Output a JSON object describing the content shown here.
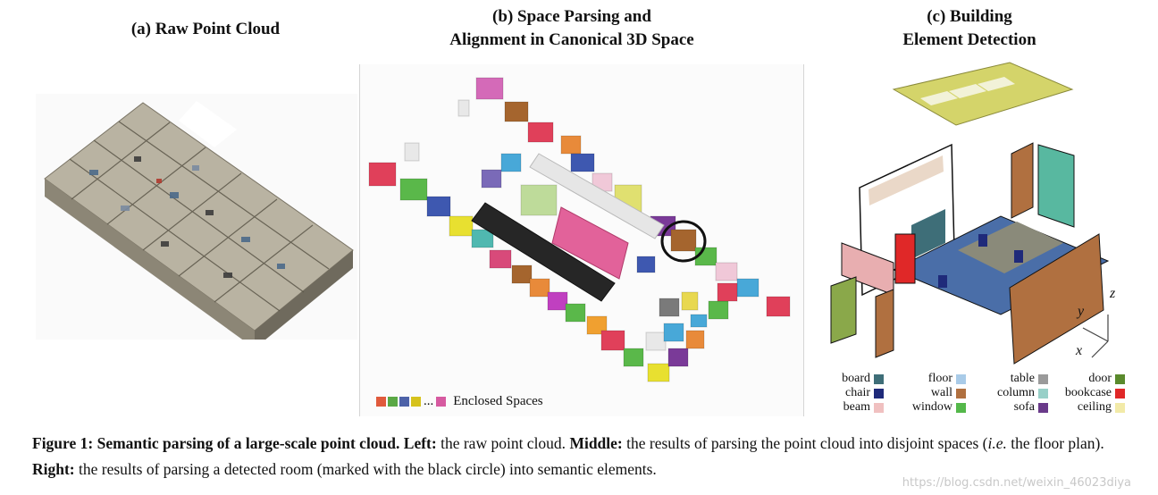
{
  "panels": {
    "a": {
      "title": "(a) Raw Point Cloud"
    },
    "b": {
      "title_line1": "(b) Space Parsing and",
      "title_line2": "Alignment in Canonical 3D Space"
    },
    "c": {
      "title_line1": "(c) Building",
      "title_line2": "Element Detection"
    }
  },
  "legend_spaces": {
    "colors": [
      "#e05a3c",
      "#5aa845",
      "#4d62a8",
      "#d6c21c"
    ],
    "ellipsis": "...",
    "last_color": "#d65aa0",
    "label": "Enclosed Spaces"
  },
  "legend_elements": {
    "items": [
      {
        "name": "board",
        "color": "#3e6e78"
      },
      {
        "name": "floor",
        "color": "#a9cbe8"
      },
      {
        "name": "table",
        "color": "#9a9a9a"
      },
      {
        "name": "door",
        "color": "#5a8a2c"
      },
      {
        "name": "chair",
        "color": "#1f2a7a"
      },
      {
        "name": "wall",
        "color": "#b07040"
      },
      {
        "name": "column",
        "color": "#98d0c8"
      },
      {
        "name": "bookcase",
        "color": "#e02828"
      },
      {
        "name": "beam",
        "color": "#f0c0c0"
      },
      {
        "name": "window",
        "color": "#54b84a"
      },
      {
        "name": "sofa",
        "color": "#6a3a8a"
      },
      {
        "name": "ceiling",
        "color": "#f2eaa8"
      }
    ]
  },
  "axes": {
    "z": "z",
    "y": "y",
    "x": "x"
  },
  "caption": {
    "fig_label": "Figure 1:",
    "fig_title": "Semantic parsing of a large-scale point cloud.",
    "left_label": "Left:",
    "left_text": "the raw point cloud.",
    "middle_label": "Middle:",
    "middle_text": "the results of parsing the point cloud into disjoint spaces (",
    "ie": "i.e.",
    "middle_text2": " the floor plan).",
    "right_label": "Right:",
    "right_text": "the results of parsing a detected room (marked with the black circle) into semantic elements."
  },
  "watermark": "https://blog.csdn.net/weixin_46023diya"
}
